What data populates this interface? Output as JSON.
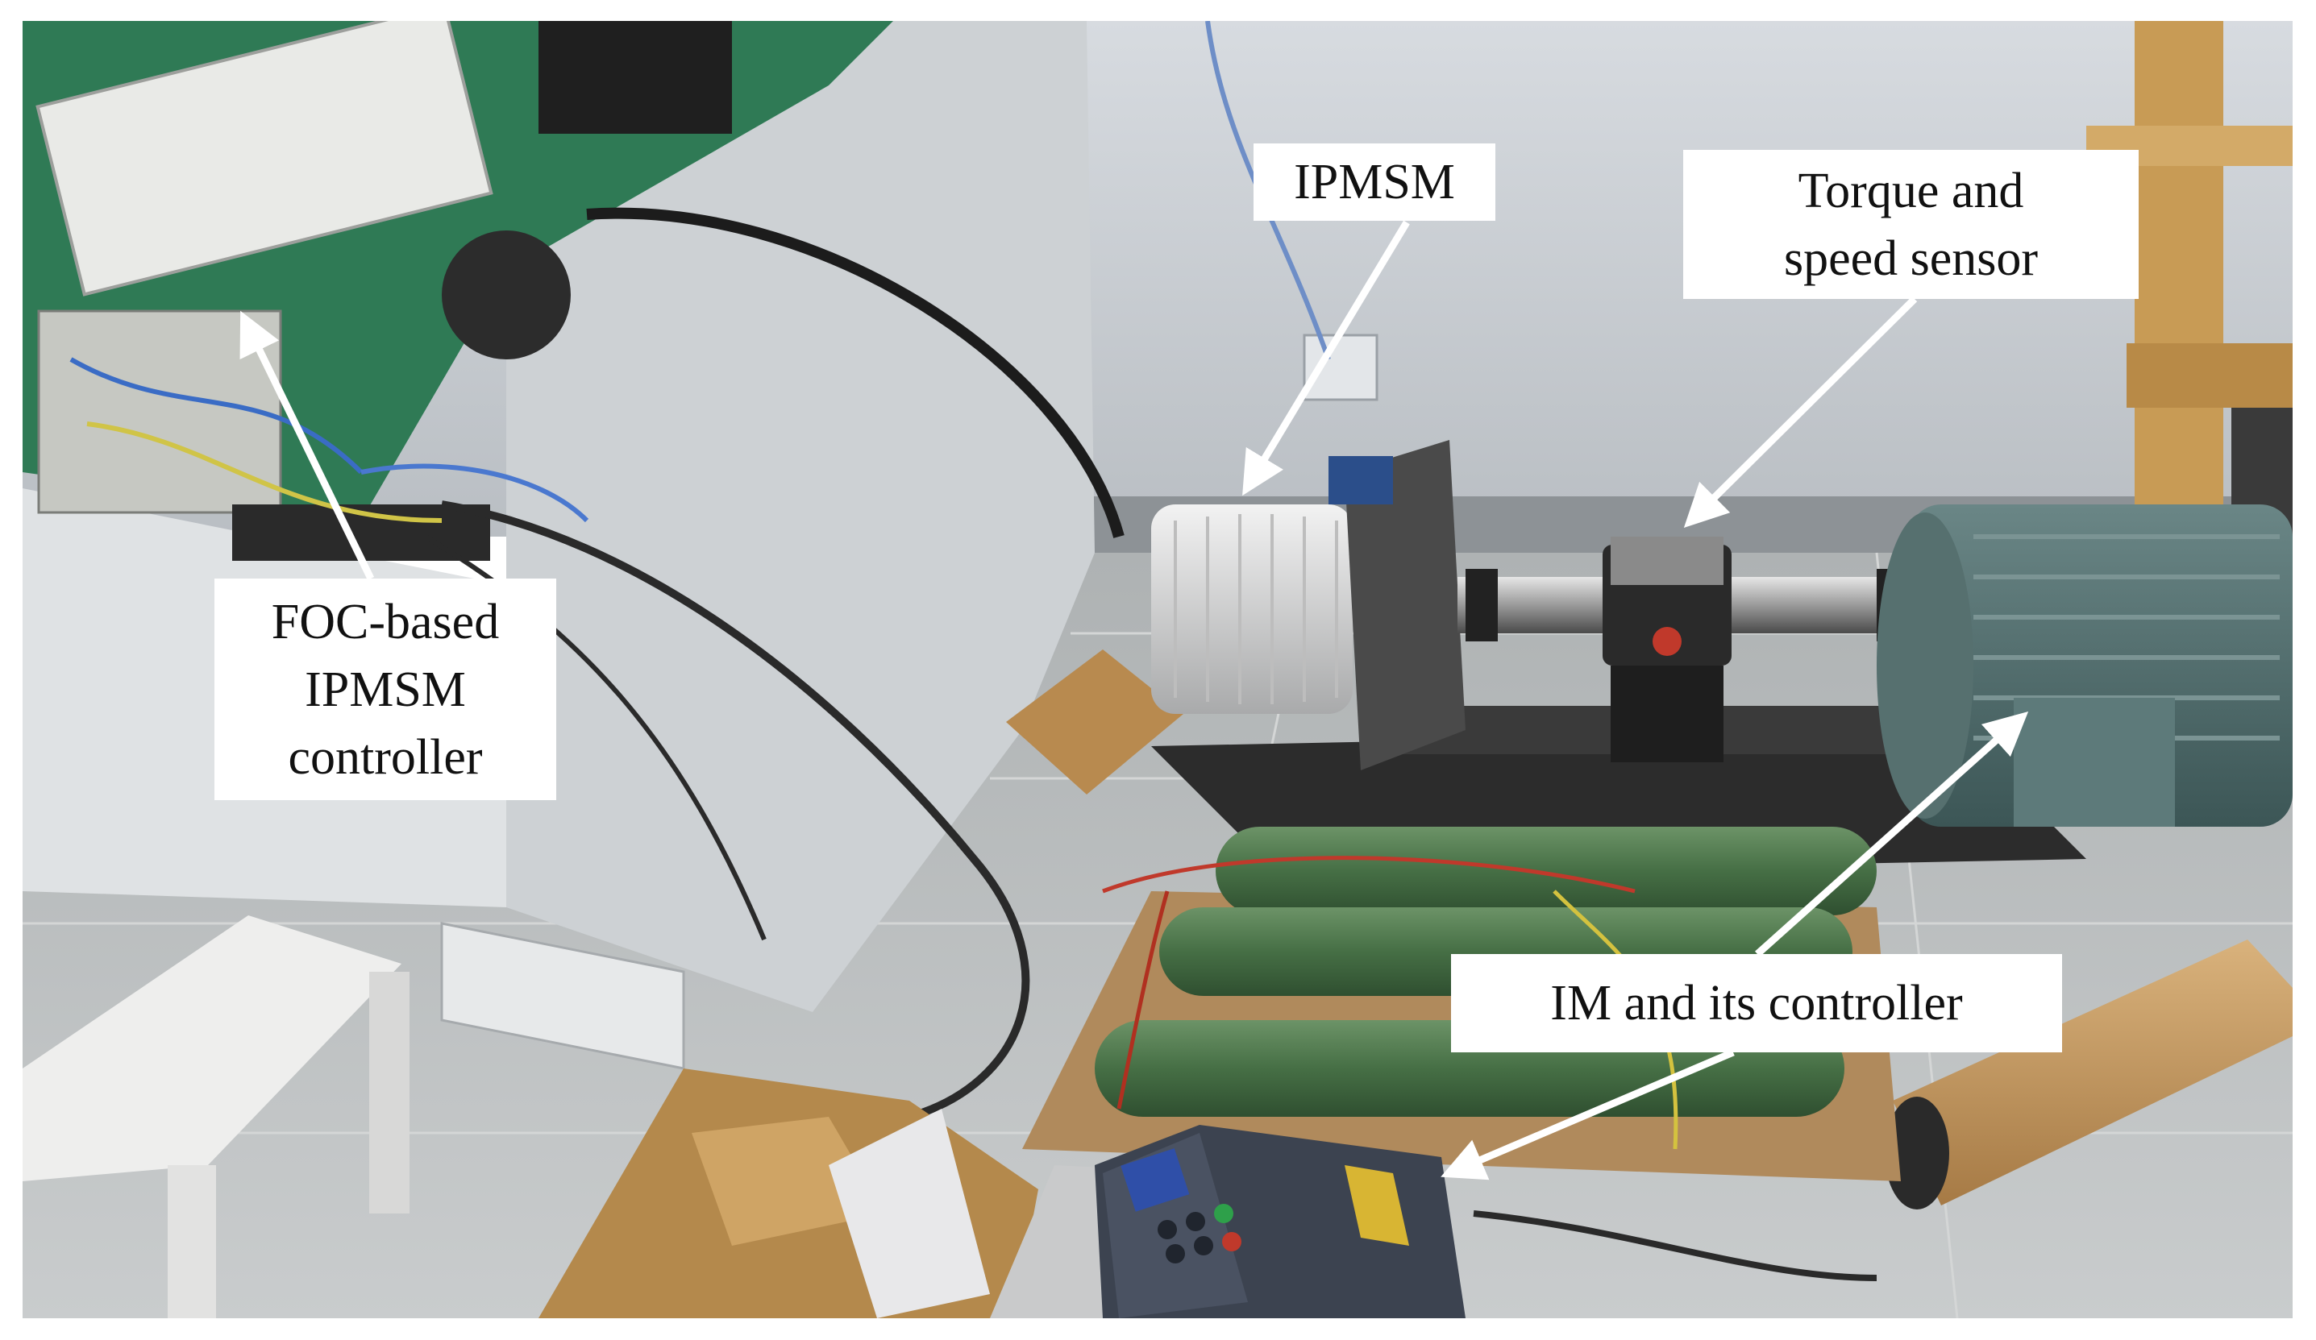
{
  "labels": {
    "ipmsm": [
      "IPMSM"
    ],
    "sensor": [
      "Torque and",
      "speed sensor"
    ],
    "foc": [
      "FOC-based",
      "IPMSM",
      "controller"
    ],
    "im": [
      "IM and its controller"
    ]
  },
  "colors": {
    "wall": "#c9ced3",
    "floor": "#bfc2c3",
    "cabinet": "#d8dcdf",
    "table_top": "#2f7a55",
    "resistor": "#4f7a4e",
    "motor_body": "#4d6b6b",
    "cardboard": "#b4894c",
    "wood": "#c89b55",
    "label_bg": "#ffffff",
    "arrow": "#ffffff"
  }
}
